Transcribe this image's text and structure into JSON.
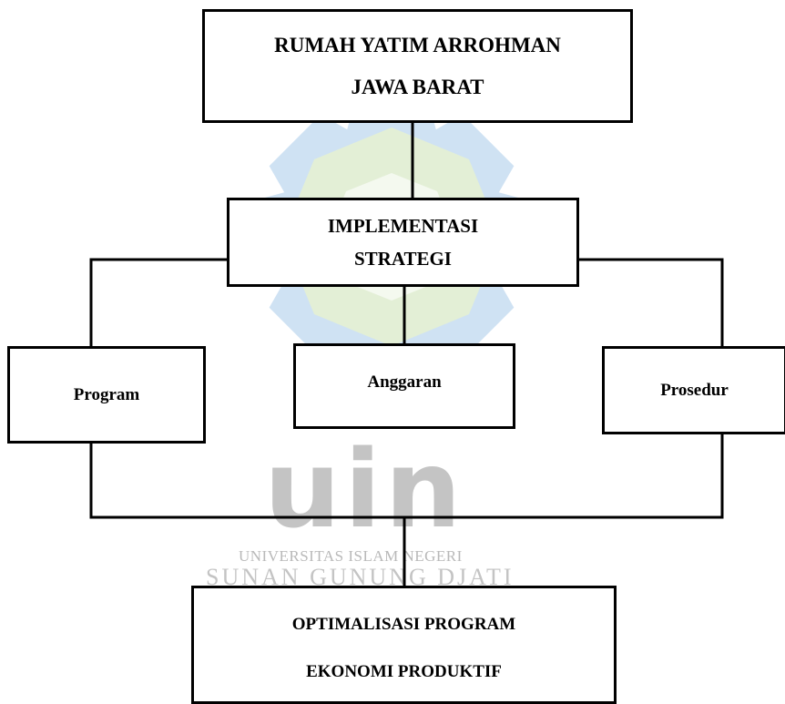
{
  "watermark": {
    "wordmark": "uin",
    "line1": "UNIVERSITAS ISLAM NEGERI",
    "line2": "SUNAN GUNUNG DJATI"
  },
  "nodes": {
    "top": {
      "line1": "RUMAH YATIM ARROHMAN",
      "line2": "JAWA BARAT"
    },
    "implementasi": {
      "line1": "IMPLEMENTASI",
      "line2": "STRATEGI"
    },
    "program": "Program",
    "anggaran": "Anggaran",
    "prosedur": "Prosedur",
    "output": {
      "line1": "OPTIMALISASI PROGRAM",
      "line2": "EKONOMI PRODUKTIF"
    }
  },
  "colors": {
    "border": "#000000",
    "watermark_blue": "#cfe2f3",
    "watermark_green": "#e3efd6",
    "watermark_gray": "#c4c4c4"
  }
}
